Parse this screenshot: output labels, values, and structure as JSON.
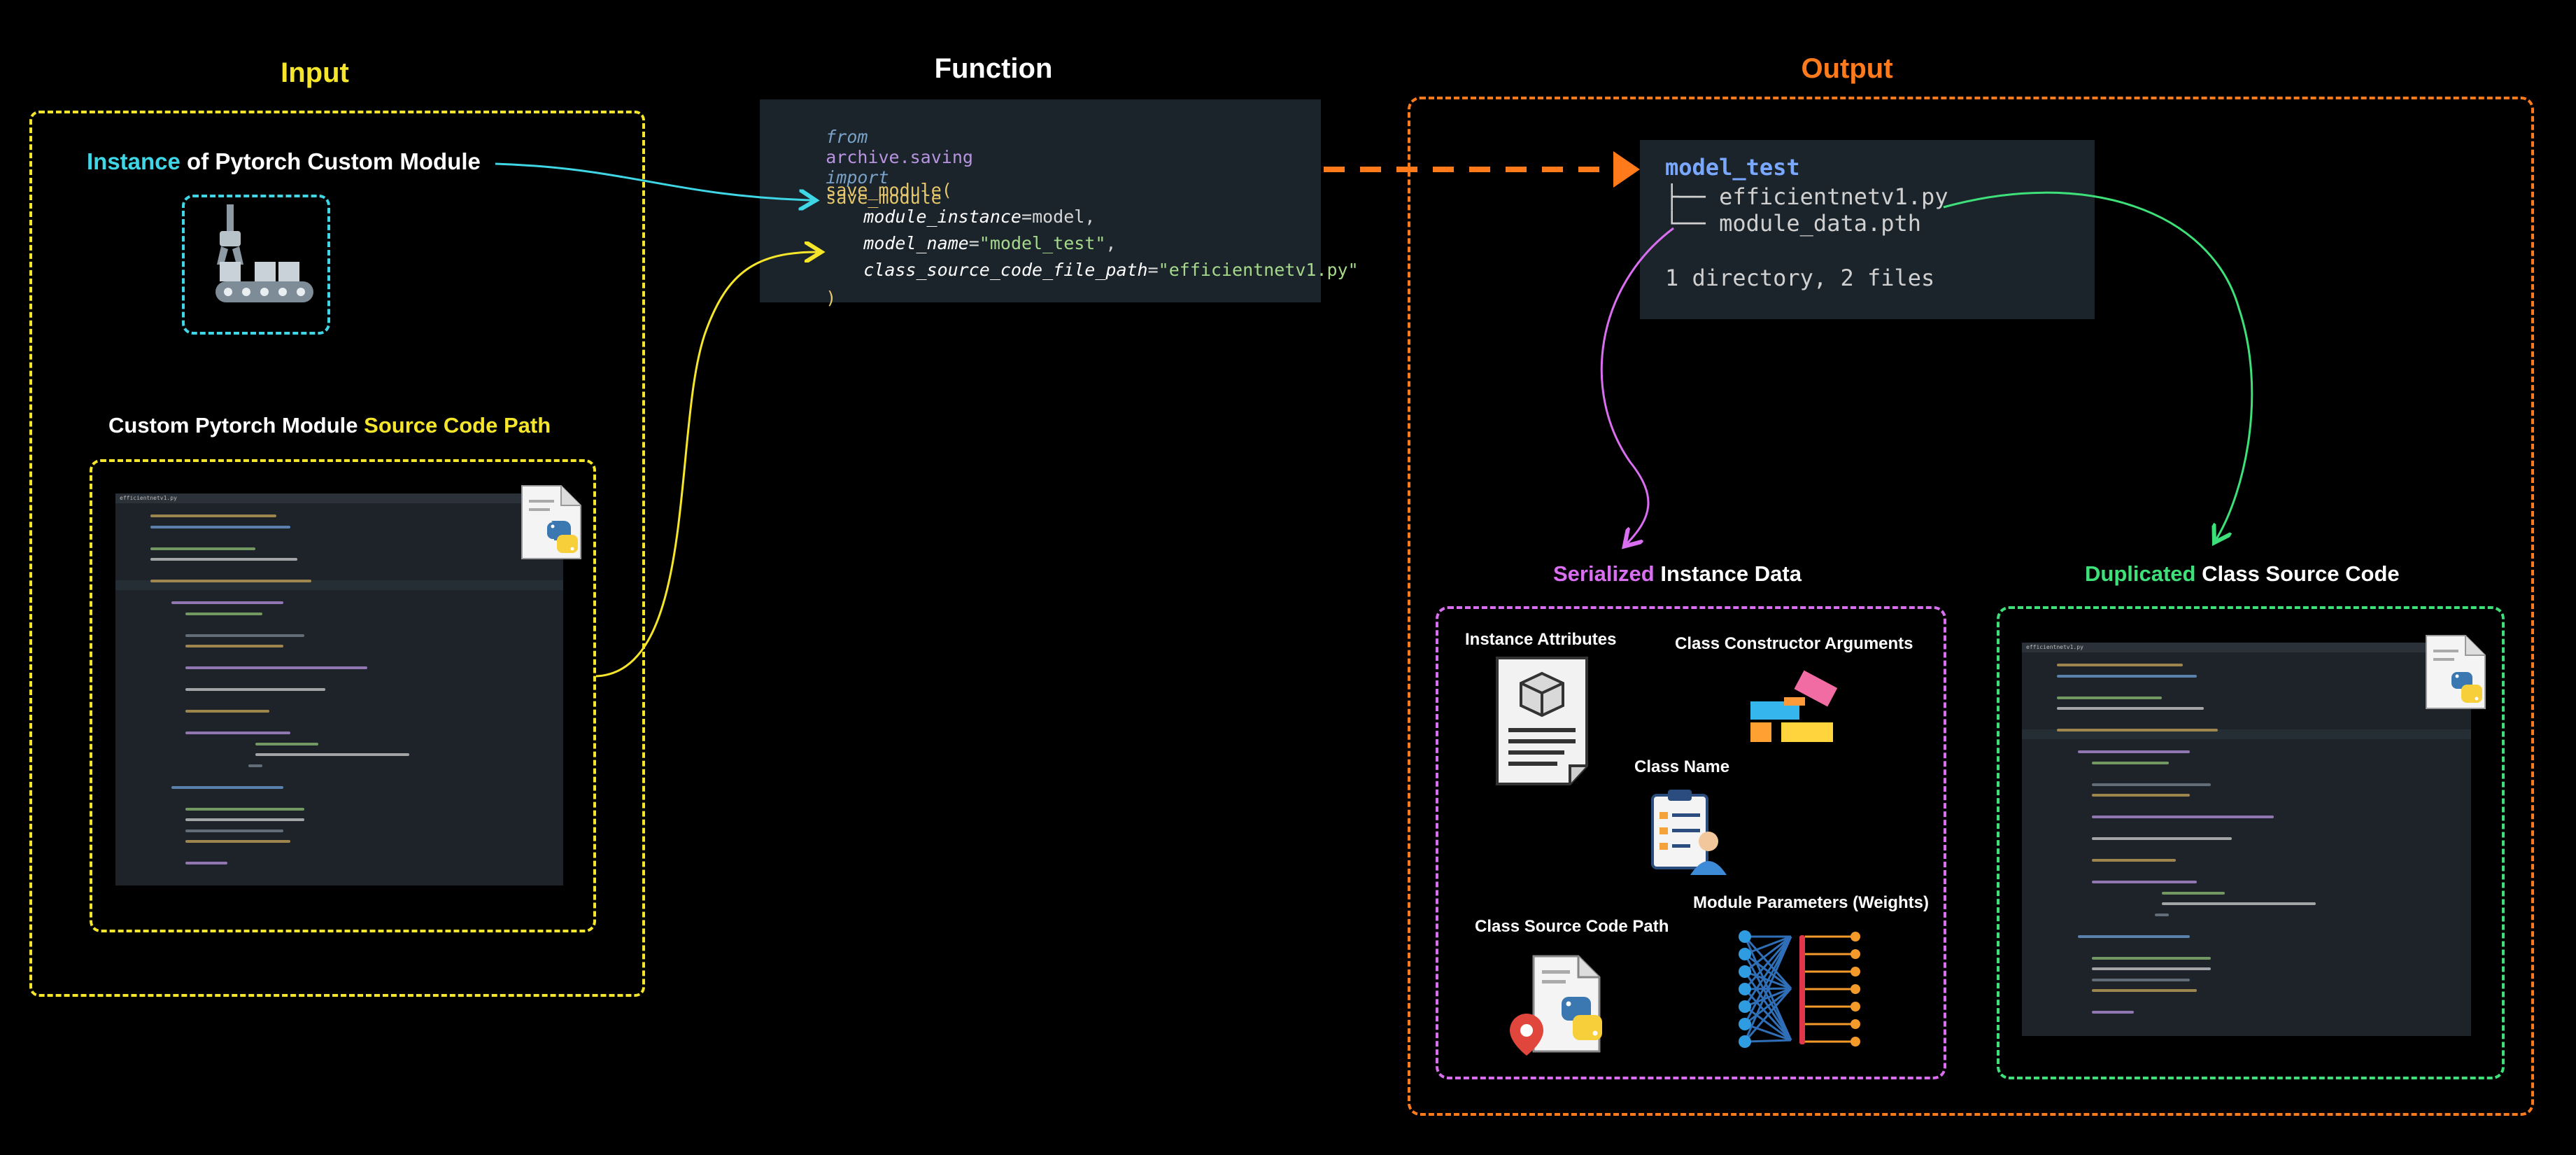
{
  "input": {
    "title": "Input",
    "instance_label_colored": "Instance",
    "instance_label_rest": " of Pytorch Custom Module",
    "source_label_plain": "Custom Pytorch Module ",
    "source_label_colored": "Source Code Path"
  },
  "function": {
    "title": "Function",
    "code": {
      "from_kw": "from",
      "module": "archive.saving",
      "import_kw": "import",
      "func": "save_module",
      "call_open": "save_module(",
      "arg1_name": "module_instance",
      "arg1_value": "model,",
      "arg2_name": "model_name",
      "arg2_value": "\"model_test\"",
      "arg3_name": "class_source_code_file_path",
      "arg3_value": "\"efficientnetv1.py\"",
      "call_close": ")",
      "equals": "=",
      "comma": ","
    }
  },
  "output": {
    "title": "Output",
    "tree": {
      "root": "model_test",
      "file1": "├── efficientnetv1.py",
      "file2": "└── module_data.pth",
      "summary": "1 directory, 2 files"
    },
    "serialized_title_colored": "Serialized",
    "serialized_title_rest": " Instance Data",
    "duplicated_title_colored": "Duplicated",
    "duplicated_title_rest": " Class Source Code",
    "items": {
      "instance_attributes": "Instance Attributes",
      "class_constructor_arguments": "Class Constructor Arguments",
      "class_name": "Class Name",
      "module_parameters": "Module Parameters (Weights)",
      "class_source_code_path": "Class Source Code Path"
    }
  },
  "colors": {
    "yellow": "#f5e52b",
    "cyan": "#3fd6e6",
    "orange": "#ff7a1a",
    "magenta": "#d96ef0",
    "green": "#3ee07a"
  },
  "icons": {
    "robot_arm": "robot-arm-conveyor-icon",
    "python_file": "python-file-icon",
    "document_box": "document-box-icon",
    "blocks": "building-blocks-icon",
    "clipboard_person": "clipboard-person-icon",
    "neural_net": "neural-network-icon",
    "python_location": "python-file-location-icon"
  }
}
